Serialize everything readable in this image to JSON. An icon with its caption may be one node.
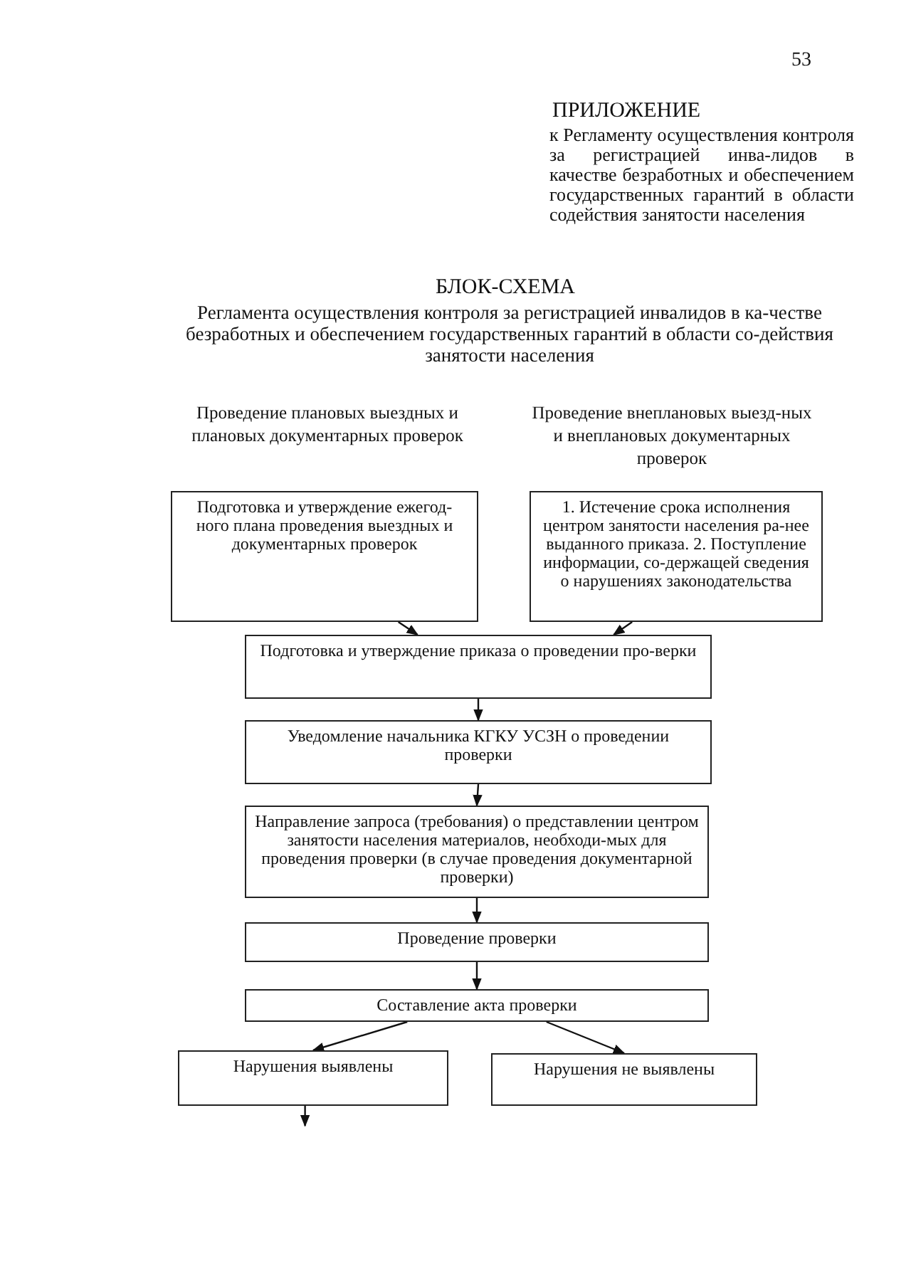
{
  "diagram": {
    "title": "БЛОК-СХЕМА",
    "nodes": [
      {
        "text": [
          "Подготовка и утверждение ежегод-ного плана проведения выездных и документарных проверок"
        ]
      },
      {
        "text": [
          "1. Истечение срока исполнения центром занятости населения ра-нее выданного приказа. 2. Поступление информации, со-держащей сведения о нарушениях законодательства"
        ]
      },
      {
        "text": [
          "Подготовка и утверждение приказа о проведении про-верки"
        ]
      },
      {
        "text": [
          "Уведомление начальника КГКУ УСЗН о проведении проверки"
        ]
      },
      {
        "text": [
          "Направление запроса (требования) о представлении центром занятости населения материалов, необходи-мых для проведения проверки (в случае проведения документарной проверки)"
        ]
      },
      {
        "text": [
          "Проведение проверки"
        ]
      },
      {
        "text": [
          "Составление акта проверки"
        ]
      },
      {
        "text": [
          "Нарушения выявлены"
        ]
      },
      {
        "text": [
          "Нарушения не выявлены"
        ]
      }
    ],
    "edges": [
      {
        "from": 0,
        "to": 2,
        "arrow": "to"
      },
      {
        "from": 1,
        "to": 2,
        "arrow": "to"
      },
      {
        "from": 2,
        "to": 3,
        "arrow": "to"
      },
      {
        "from": 3,
        "to": 4,
        "arrow": "to"
      },
      {
        "from": 4,
        "to": 5,
        "arrow": "to"
      },
      {
        "from": 5,
        "to": 6,
        "arrow": "to"
      },
      {
        "from": 6,
        "to": 7,
        "arrow": "to"
      },
      {
        "from": 6,
        "to": 8,
        "arrow": "to"
      },
      {
        "from": 7,
        "to": null,
        "arrow": "to"
      }
    ],
    "labels": [
      "53",
      "ПРИЛОЖЕНИЕ",
      "к Регламенту осуществления контроля за регистрацией инва-лидов в качестве безработных и обеспечением государственных гарантий в области содействия занятости населения",
      "Регламента осуществления контроля за регистрацией инвалидов в ка-честве безработных и обеспечением государственных гарантий в области со-действия занятости населения",
      "Проведение плановых выездных и плановых документарных проверок",
      "Проведение внеплановых выезд-ных и внеплановых документарных проверок"
    ]
  }
}
